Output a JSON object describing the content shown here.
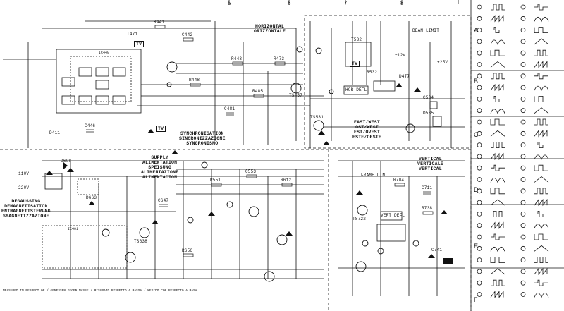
{
  "column_markers": [
    "5",
    "6",
    "7",
    "8"
  ],
  "row_markers": [
    "A",
    "B",
    "C",
    "D",
    "E",
    "F"
  ],
  "blocks": {
    "horizontal": [
      "HORIZONTAL",
      "ORIZZONTALE"
    ],
    "beam_limit": "BEAM LIMIT",
    "synchronisation": [
      "SYNCHRONISATION",
      "SINCRONIZZAZIONE",
      "SYNGRONISMO"
    ],
    "east_west": [
      "EAST/WEST",
      "OST/WEST",
      "EST/OVEST",
      "ESTE/OESTE"
    ],
    "supply": [
      "SUPPLY",
      "ALIMENTATION",
      "SPEISUNG",
      "ALIMENTAZIONE",
      "ALIMENTACION"
    ],
    "vertical": [
      "VERTICAL",
      "VERTICALE",
      "VERTICAL"
    ],
    "degaussing": [
      "DEGAUSSING",
      "DEMAGNETISATION",
      "ENTMAGNETISIERUNG",
      "SMAGNETIZZAZIONE"
    ],
    "hor_defl": "HOR DEFL",
    "vert_defl": "VERT DEFL",
    "frame_lin": "FRAME LIN",
    "tv_badge": "TV"
  },
  "component_labels": [
    "R441",
    "C442",
    "R443",
    "T471",
    "D411",
    "C446",
    "R448",
    "TS457",
    "R473",
    "D477",
    "C481",
    "R485",
    "TS531",
    "R532",
    "C534",
    "D535",
    "R551",
    "C553",
    "D608",
    "R612",
    "TS638",
    "C647",
    "R656",
    "D663",
    "R704",
    "C711",
    "TS722",
    "R738",
    "C741",
    "IC440",
    "IC401",
    "T532",
    "+12V",
    "+25V",
    "110V",
    "220V"
  ],
  "footnote": "MEASURED IN RESPECT OF / GEMESSEN GEGEN MASSE / MISURATO RISPETTO A MASSA / MEDIDO CON RESPECTO A MASA"
}
